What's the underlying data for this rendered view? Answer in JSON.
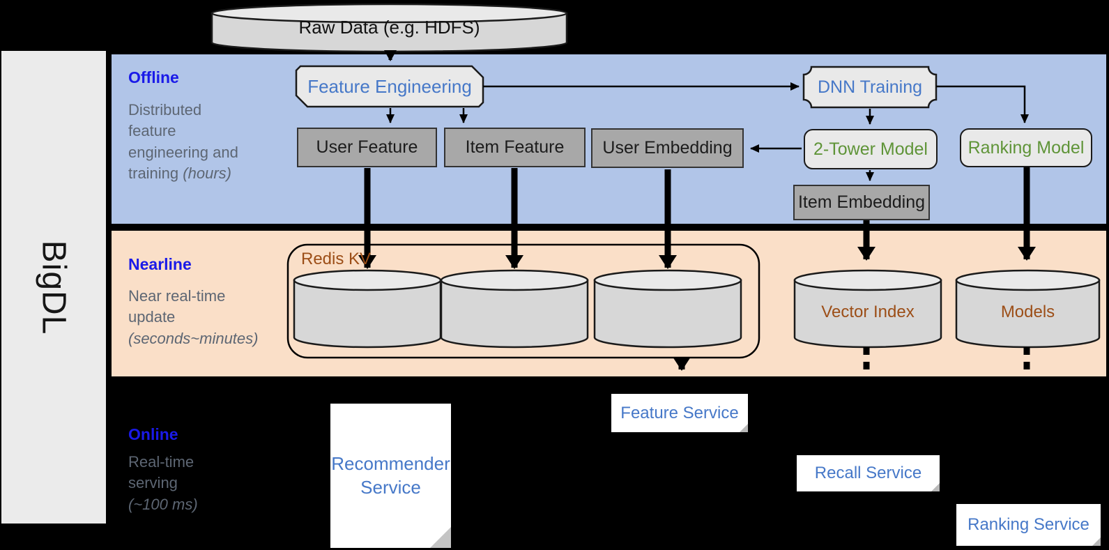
{
  "sidebar": {
    "label": "BigDL"
  },
  "sections": {
    "offline": {
      "title": "Offline",
      "lines": [
        "Distributed",
        "feature",
        "engineering and",
        "training"
      ],
      "italic": "(hours)"
    },
    "nearline": {
      "title": "Nearline",
      "lines": [
        "Near real-time",
        "update"
      ],
      "italic": "(seconds~minutes)"
    },
    "online": {
      "title": "Online",
      "lines": [
        "Real-time",
        "serving"
      ],
      "italic": "(~100 ms)"
    }
  },
  "nodes": {
    "raw_data": "Raw Data (e.g. HDFS)",
    "feature_engineering": "Feature Engineering",
    "dnn_training": "DNN Training",
    "user_feature": "User Feature",
    "item_feature": "Item Feature",
    "user_embedding": "User Embedding",
    "two_tower_model": "2-Tower Model",
    "ranking_model": "Ranking Model",
    "item_embedding": "Item Embedding",
    "redis_kv": "Redis KV",
    "vector_index": "Vector Index",
    "models": "Models",
    "feature_service": "Feature Service",
    "recommender_service": "Recommender Service",
    "recall_service": "Recall Service",
    "ranking_service": "Ranking Service"
  },
  "colors": {
    "offline_band": "#b1c5e8",
    "nearline_band": "#fadfc8",
    "section_title": "#1a1ae8",
    "section_subtitle": "#5d6673",
    "node_blue": "#4678c8",
    "node_green": "#5f9438",
    "node_brown": "#9c4e17",
    "gray_box": "#a8a8a8",
    "light_box": "#e9e9e9",
    "cylinder_body": "#d7d7d7",
    "cylinder_top": "#e9e9e9"
  }
}
